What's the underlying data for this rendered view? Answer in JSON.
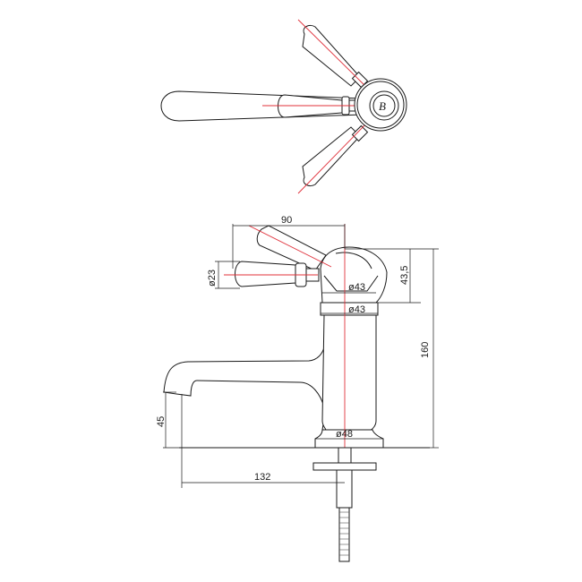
{
  "drawing": {
    "title": "Single lever basin mixer - technical drawing",
    "views": [
      "top-view",
      "side-view"
    ]
  },
  "dimensions": {
    "handle_reach": "90",
    "handle_diameter": "ø23",
    "body_top_height": "43,5",
    "cap_diameter": "ø43",
    "body_diameter": "ø43",
    "base_diameter": "ø48",
    "total_height": "160",
    "spout_height": "45",
    "spout_reach": "132"
  },
  "colors": {
    "line": "#1a1a1a",
    "centerline": "#e0303a",
    "background": "#ffffff"
  }
}
